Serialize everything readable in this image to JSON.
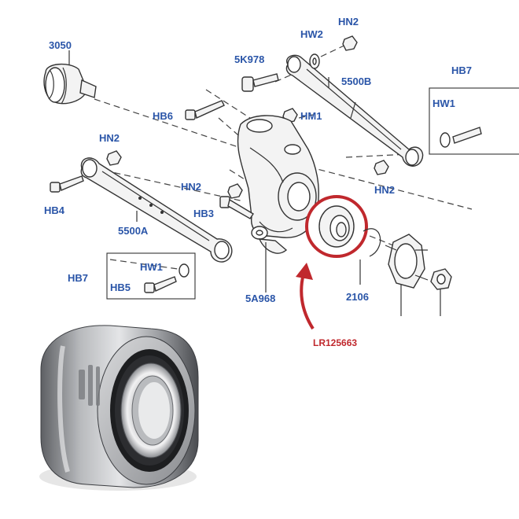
{
  "labels": {
    "l3050": "3050",
    "hn2_top": "HN2",
    "hw2": "HW2",
    "l5k978": "5K978",
    "l5500b": "5500B",
    "hb7_right": "HB7",
    "hw1_right": "HW1",
    "hb6": "HB6",
    "hm1": "HM1",
    "hn2_left": "HN2",
    "hn2_mid": "HN2",
    "hn2_right": "HN2",
    "hb4": "HB4",
    "hb3": "HB3",
    "l5500a": "5500A",
    "hw1_left": "HW1",
    "hb7_left": "HB7",
    "hb5": "HB5",
    "l5a968": "5A968",
    "l2106": "2106",
    "part_number": "LR125663"
  },
  "colors": {
    "label": "#2a55a8",
    "highlight": "#c0282d"
  },
  "icons": {
    "bearing": "wheel-bearing-photo"
  }
}
